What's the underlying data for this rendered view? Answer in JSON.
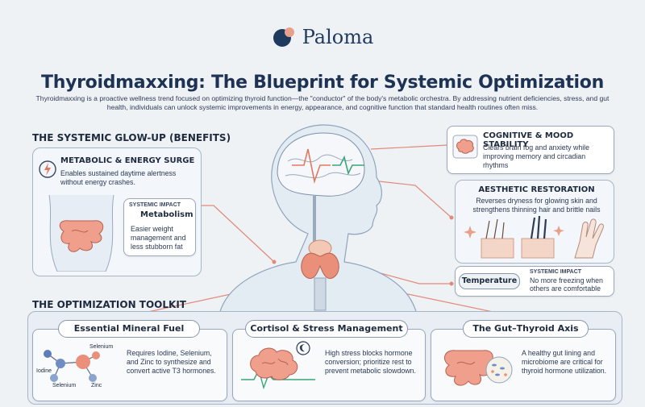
{
  "brand": {
    "name": "Paloma"
  },
  "header": {
    "title": "Thyroidmaxxing: The Blueprint for Systemic Optimization",
    "intro": "Thyroidmaxxing is a proactive wellness trend focused on optimizing thyroid function—the \"conductor\" of the body's metabolic orchestra. By addressing nutrient deficiencies, stress, and gut health, individuals can unlock systemic improvements in energy, appearance, and cognitive function that standard health routines often miss."
  },
  "benefits": {
    "heading": "THE SYSTEMIC GLOW-UP (BENEFITS)",
    "metabolic": {
      "title": "METABOLIC & ENERGY SURGE",
      "text": "Enables sustained daytime alertness without energy crashes.",
      "impact_label": "SYSTEMIC IMPACT",
      "impact_name": "Metabolism",
      "impact_text": "Easier weight management and less stubborn fat"
    },
    "cognitive": {
      "title": "COGNITIVE & MOOD STABILITY",
      "text": "Clears brain fog and anxiety while improving memory and circadian rhythms"
    },
    "aesthetic": {
      "title": "AESTHETIC RESTORATION",
      "text": "Reverses dryness for glowing skin and strengthens thinning hair and brittle nails"
    },
    "temperature": {
      "name": "Temperature",
      "impact_label": "SYSTEMIC IMPACT",
      "impact_text": "No more freezing when others are comfortable"
    }
  },
  "toolkit": {
    "heading": "THE OPTIMIZATION TOOLKIT",
    "mineral": {
      "title": "Essential Mineral Fuel",
      "text": "Requires Iodine, Selenium, and Zinc to synthesize and convert active T3 hormones.",
      "labels": [
        "Selenium",
        "Iodine",
        "Selenium",
        "Zinc"
      ]
    },
    "cortisol": {
      "title": "Cortisol & Stress Management",
      "text": "High stress blocks hormone conversion; prioritize rest to prevent metabolic slowdown."
    },
    "gut": {
      "title": "The Gut–Thyroid Axis",
      "text": "A healthy gut lining and microbiome are critical for thyroid hormone utilization."
    }
  },
  "colors": {
    "navy": "#1e3253",
    "accent": "#e07a5f",
    "connector": "#e08a7a"
  },
  "icons": [
    "logo-mark",
    "lightning-icon",
    "brain-icon",
    "head-illustration",
    "thyroid-illustration",
    "gut-illustration",
    "hair-follicle-illustration",
    "hand-nails-illustration",
    "molecule-illustration",
    "moon-icon"
  ]
}
